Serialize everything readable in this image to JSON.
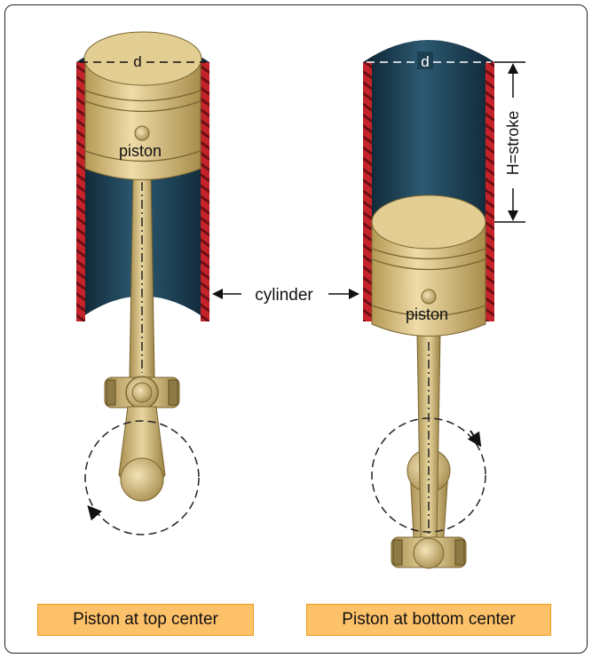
{
  "labels": {
    "diameter": "d",
    "piston": "piston",
    "cylinder": "cylinder",
    "stroke": "H=stroke"
  },
  "captions": {
    "left": "Piston at top center",
    "right": "Piston at bottom center"
  },
  "colors": {
    "cylinder_bore": "#1c3f52",
    "cylinder_wall": "#c4232a",
    "brass": "#d9c28a",
    "caption_fill": "#fdc16a",
    "caption_border": "#f29a1a"
  }
}
